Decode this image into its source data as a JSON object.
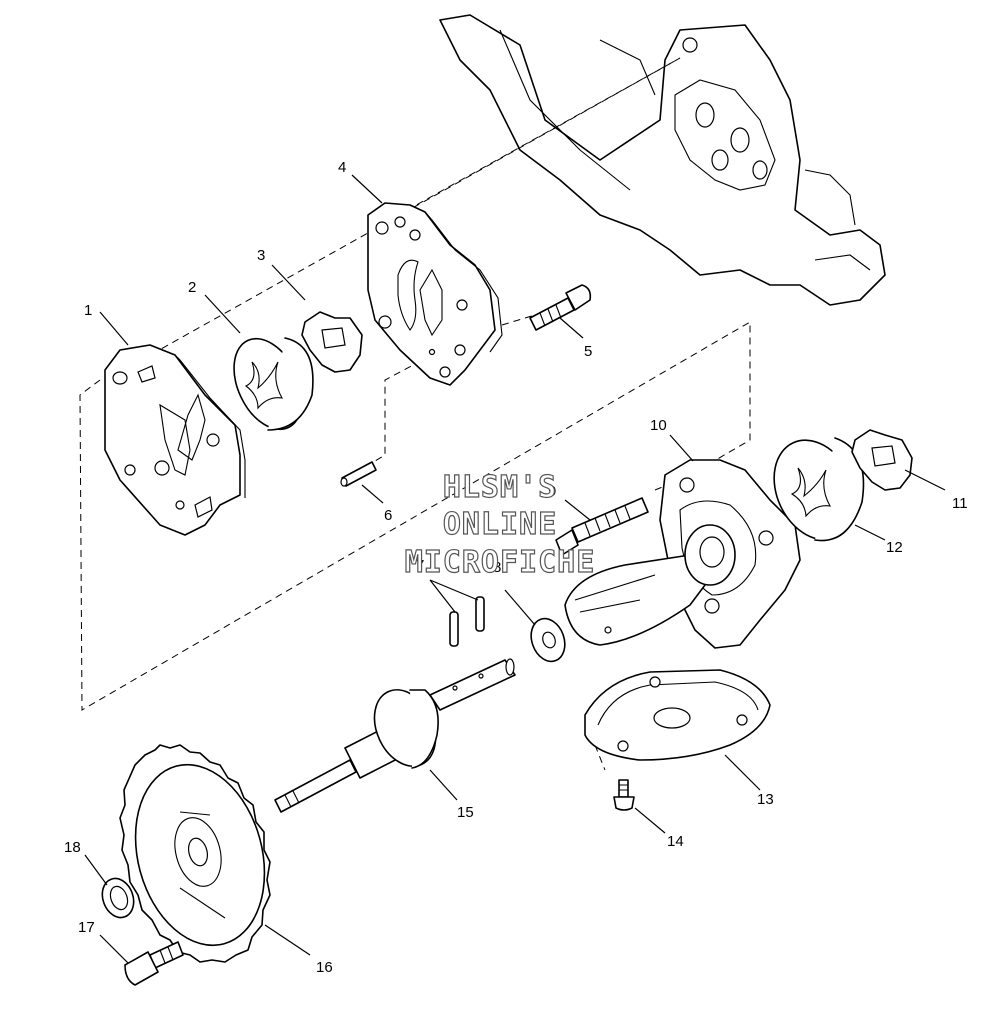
{
  "watermark": {
    "line1": "HLSM'S",
    "line2": "ONLINE",
    "line3": "MICROFICHE"
  },
  "callouts": [
    "1",
    "2",
    "3",
    "4",
    "5",
    "6",
    "7",
    "8",
    "9",
    "10",
    "11",
    "12",
    "13",
    "14",
    "15",
    "16",
    "17",
    "18"
  ]
}
